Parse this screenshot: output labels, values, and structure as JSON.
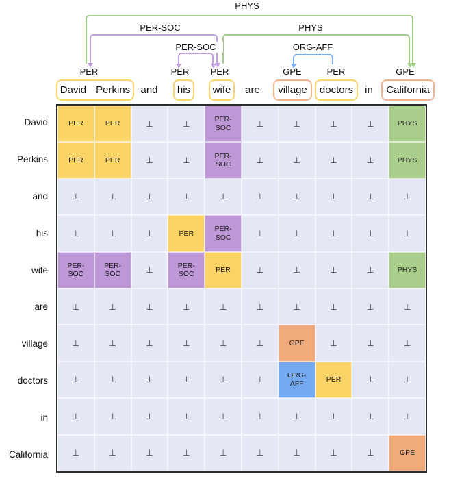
{
  "colors": {
    "PER": "#FAD366",
    "PER-SOC": "#BE97D7",
    "PHYS": "#A9CE8C",
    "GPE": "#F0AA7C",
    "ORG-AFF": "#74A9F2",
    "⊥": "#E4E7F4"
  },
  "token_box_colors": {
    "yellow": "#FBD46A",
    "orange": "#F2B287"
  },
  "arc_colors": {
    "phys": "#A3CE88",
    "per_soc": "#C2A0DC",
    "org_aff": "#79A9F0"
  },
  "arcs": [
    {
      "label": "PHYS",
      "from": "David Perkins",
      "to": "California"
    },
    {
      "label": "PER-SOC",
      "from": "David Perkins",
      "to": "wife"
    },
    {
      "label": "PHYS",
      "from": "wife",
      "to": "California"
    },
    {
      "label": "PER-SOC",
      "from": "his",
      "to": "wife"
    },
    {
      "label": "ORG-AFF",
      "from": "doctors",
      "to": "village"
    }
  ],
  "sentence": {
    "text": "David Perkins and his wife are village doctors in California",
    "groups": [
      {
        "words": [
          "David",
          "Perkins"
        ],
        "entity": "PER",
        "box": "yellow"
      },
      {
        "words": [
          "and"
        ],
        "entity": null,
        "box": null
      },
      {
        "words": [
          "his"
        ],
        "entity": "PER",
        "box": "yellow"
      },
      {
        "words": [
          "wife"
        ],
        "entity": "PER",
        "box": "yellow"
      },
      {
        "words": [
          "are"
        ],
        "entity": null,
        "box": null
      },
      {
        "words": [
          "village"
        ],
        "entity": "GPE",
        "box": "orange"
      },
      {
        "words": [
          "doctors"
        ],
        "entity": "PER",
        "box": "yellow"
      },
      {
        "words": [
          "in"
        ],
        "entity": null,
        "box": null
      },
      {
        "words": [
          "California"
        ],
        "entity": "GPE",
        "box": "orange"
      }
    ]
  },
  "grid": {
    "empty_symbol": "⊥",
    "row_labels": [
      "David",
      "Perkins",
      "and",
      "his",
      "wife",
      "are",
      "village",
      "doctors",
      "in",
      "California"
    ],
    "col_labels": [
      "David",
      "Perkins",
      "and",
      "his",
      "wife",
      "are",
      "village",
      "doctors",
      "in",
      "California"
    ],
    "matrix": [
      [
        "PER",
        "PER",
        "⊥",
        "⊥",
        "PER-SOC",
        "⊥",
        "⊥",
        "⊥",
        "⊥",
        "PHYS"
      ],
      [
        "PER",
        "PER",
        "⊥",
        "⊥",
        "PER-SOC",
        "⊥",
        "⊥",
        "⊥",
        "⊥",
        "PHYS"
      ],
      [
        "⊥",
        "⊥",
        "⊥",
        "⊥",
        "⊥",
        "⊥",
        "⊥",
        "⊥",
        "⊥",
        "⊥"
      ],
      [
        "⊥",
        "⊥",
        "⊥",
        "PER",
        "PER-SOC",
        "⊥",
        "⊥",
        "⊥",
        "⊥",
        "⊥"
      ],
      [
        "PER-SOC",
        "PER-SOC",
        "⊥",
        "PER-SOC",
        "PER",
        "⊥",
        "⊥",
        "⊥",
        "⊥",
        "PHYS"
      ],
      [
        "⊥",
        "⊥",
        "⊥",
        "⊥",
        "⊥",
        "⊥",
        "⊥",
        "⊥",
        "⊥",
        "⊥"
      ],
      [
        "⊥",
        "⊥",
        "⊥",
        "⊥",
        "⊥",
        "⊥",
        "GPE",
        "⊥",
        "⊥",
        "⊥"
      ],
      [
        "⊥",
        "⊥",
        "⊥",
        "⊥",
        "⊥",
        "⊥",
        "ORG-AFF",
        "PER",
        "⊥",
        "⊥"
      ],
      [
        "⊥",
        "⊥",
        "⊥",
        "⊥",
        "⊥",
        "⊥",
        "⊥",
        "⊥",
        "⊥",
        "⊥"
      ],
      [
        "⊥",
        "⊥",
        "⊥",
        "⊥",
        "⊥",
        "⊥",
        "⊥",
        "⊥",
        "⊥",
        "GPE"
      ]
    ]
  }
}
